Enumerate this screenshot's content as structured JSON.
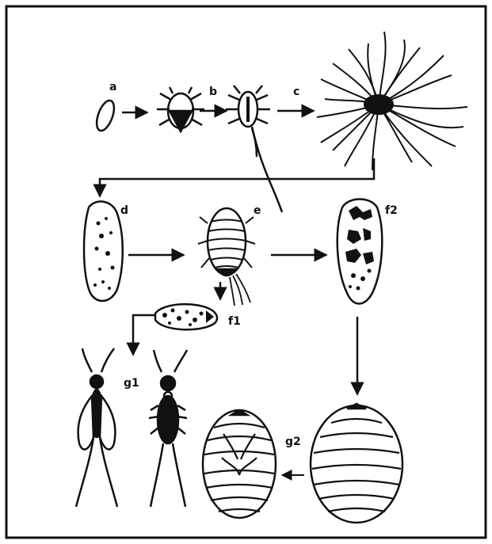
{
  "labels": {
    "a": "a",
    "b": "b",
    "c": "c",
    "d": "d",
    "e": "e",
    "f1": "f1",
    "f2": "f2",
    "g1": "g1",
    "g2": "g2"
  },
  "colors": {
    "ink": "#111111",
    "background": "#ffffff"
  }
}
